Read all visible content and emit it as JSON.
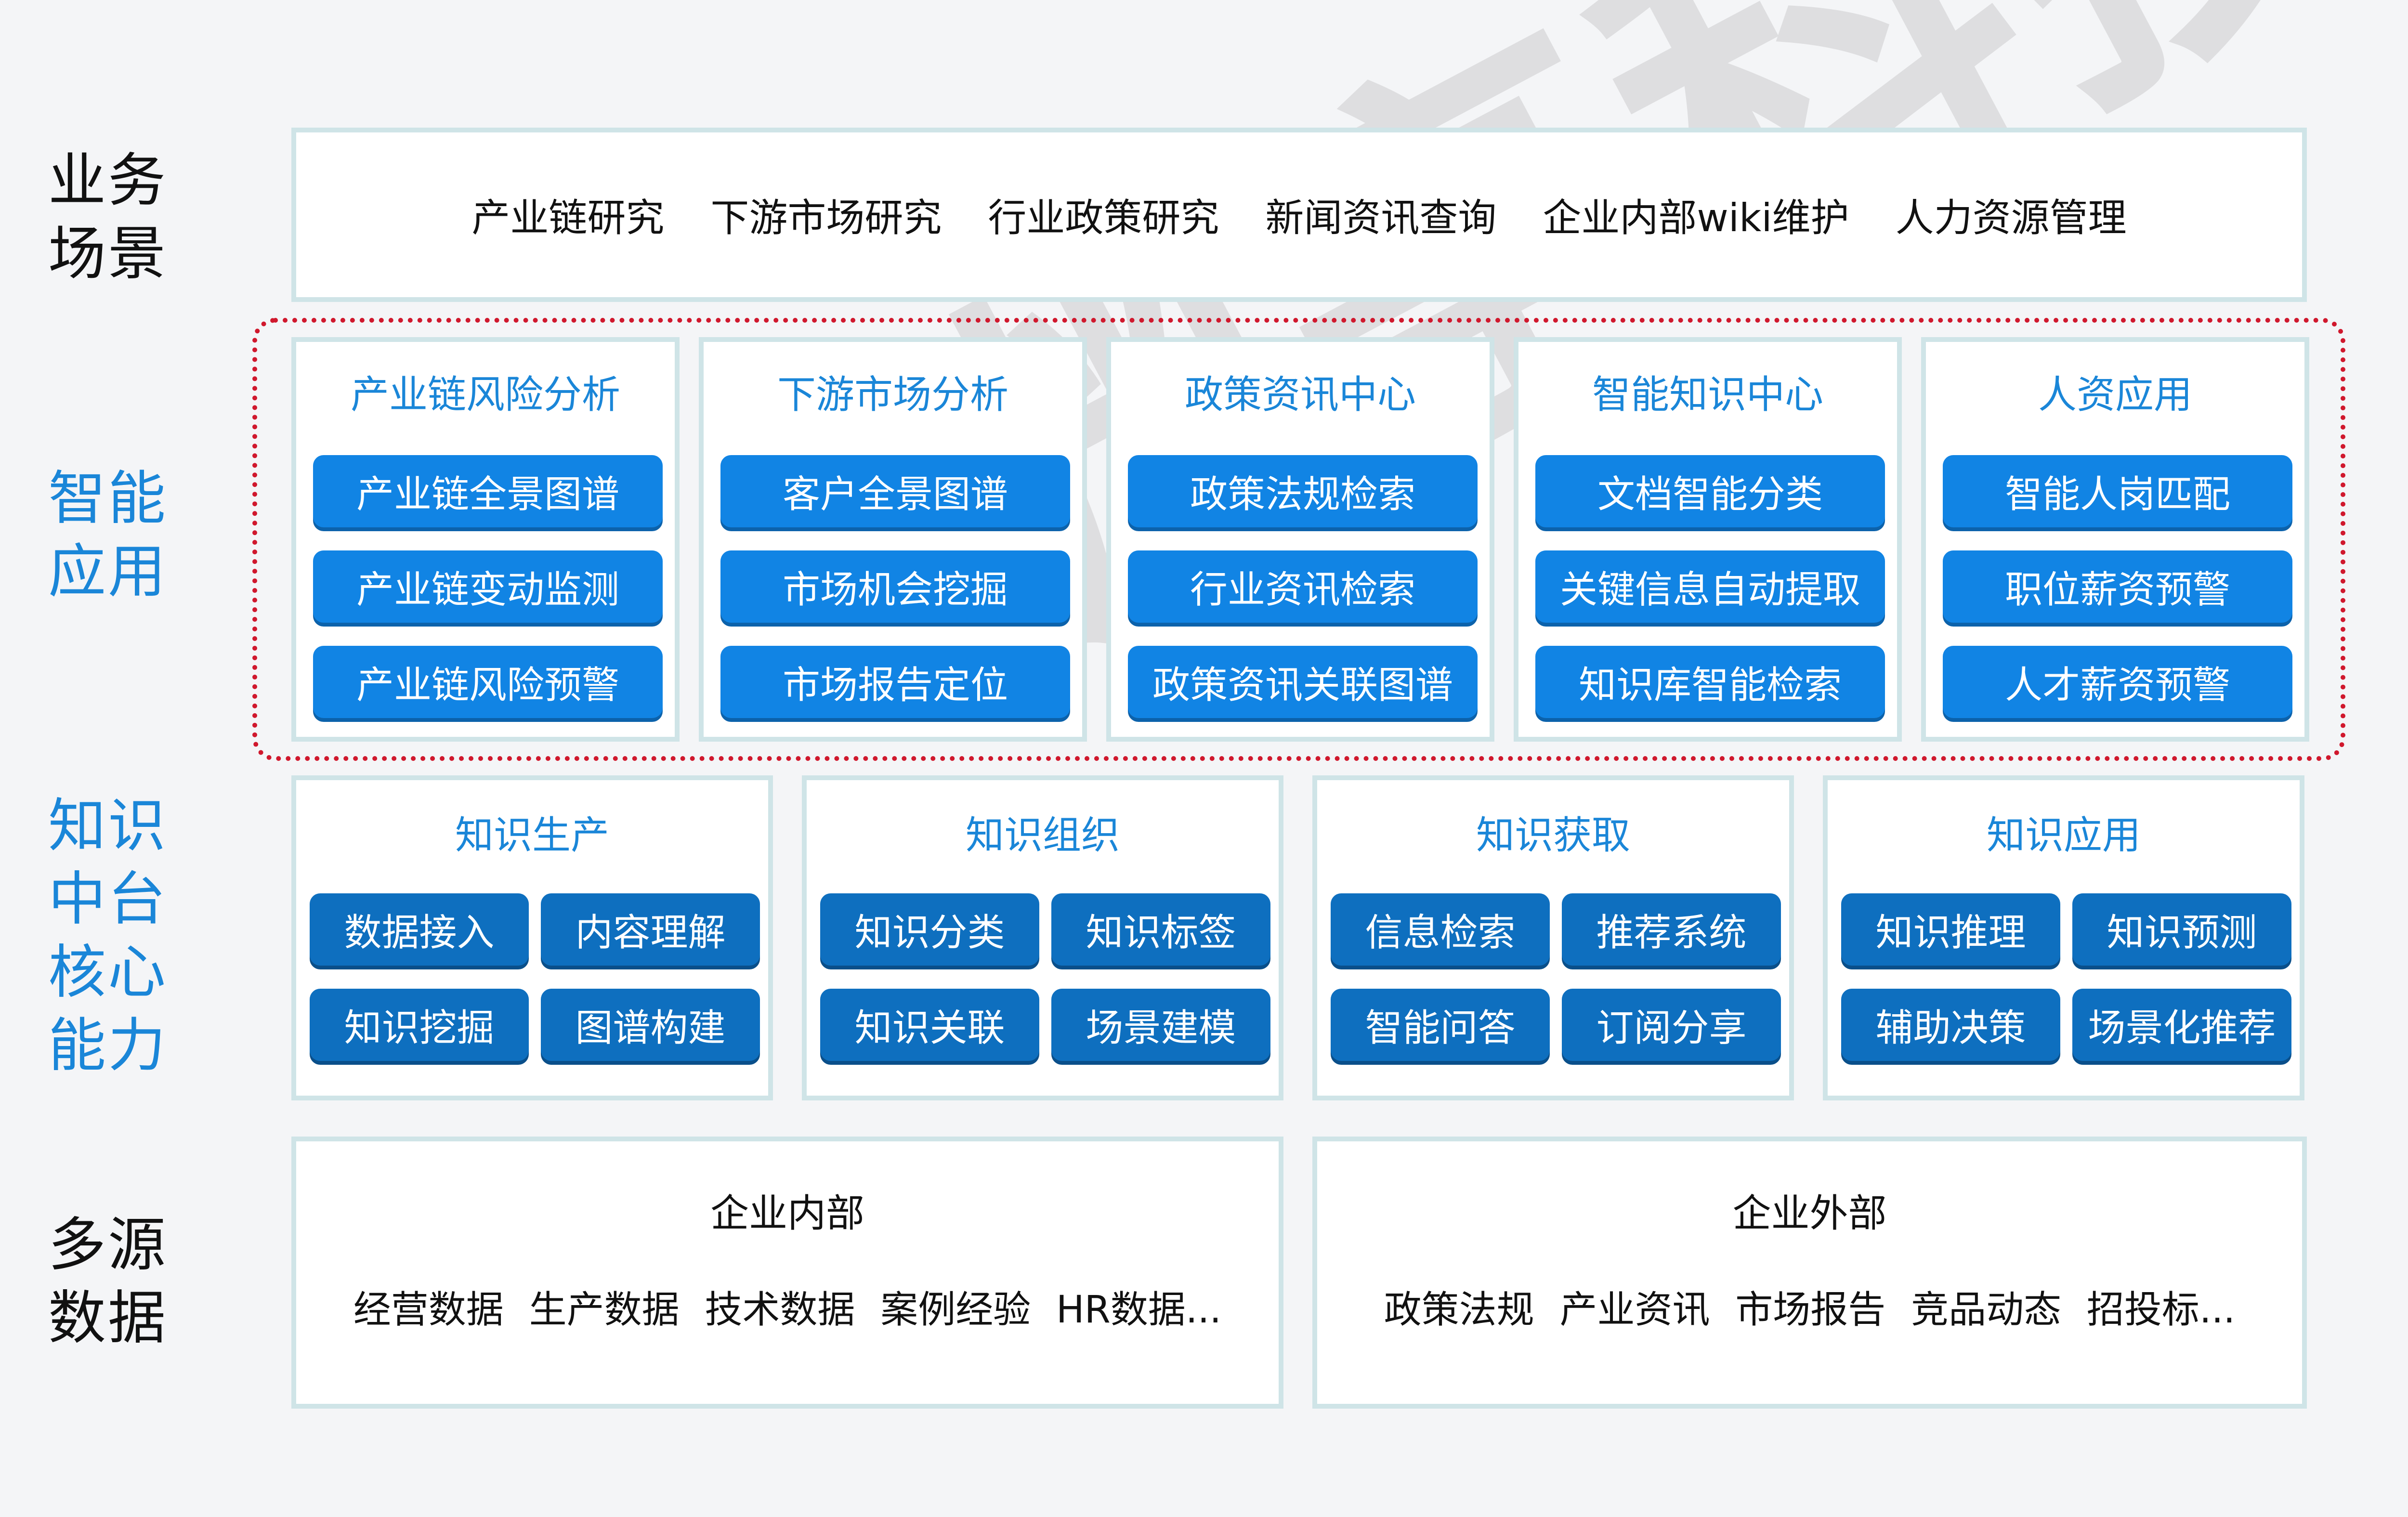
{
  "rows": {
    "business": [
      "业务",
      "场景"
    ],
    "smart": [
      "智能",
      "应用"
    ],
    "core": [
      "知识",
      "中台",
      "核心",
      "能力"
    ],
    "data": [
      "多源",
      "数据"
    ]
  },
  "business_items": [
    "产业链研究",
    "下游市场研究",
    "行业政策研究",
    "新闻资讯查询",
    "企业内部wiki维护",
    "人力资源管理"
  ],
  "smart_groups": [
    {
      "title": "产业链风险分析",
      "items": [
        "产业链全景图谱",
        "产业链变动监测",
        "产业链风险预警"
      ]
    },
    {
      "title": "下游市场分析",
      "items": [
        "客户全景图谱",
        "市场机会挖掘",
        "市场报告定位"
      ]
    },
    {
      "title": "政策资讯中心",
      "items": [
        "政策法规检索",
        "行业资讯检索",
        "政策资讯关联图谱"
      ]
    },
    {
      "title": "智能知识中心",
      "items": [
        "文档智能分类",
        "关键信息自动提取",
        "知识库智能检索"
      ]
    },
    {
      "title": "人资应用",
      "items": [
        "智能人岗匹配",
        "职位薪资预警",
        "人才薪资预警"
      ]
    }
  ],
  "core_groups": [
    {
      "title": "知识生产",
      "items": [
        "数据接入",
        "内容理解",
        "知识挖掘",
        "图谱构建"
      ]
    },
    {
      "title": "知识组织",
      "items": [
        "知识分类",
        "知识标签",
        "知识关联",
        "场景建模"
      ]
    },
    {
      "title": "知识获取",
      "items": [
        "信息检索",
        "推荐系统",
        "智能问答",
        "订阅分享"
      ]
    },
    {
      "title": "知识应用",
      "items": [
        "知识推理",
        "知识预测",
        "辅助决策",
        "场景化推荐"
      ]
    }
  ],
  "data_groups": [
    {
      "title": "企业内部",
      "items": [
        "经营数据",
        "生产数据",
        "技术数据",
        "案例经验",
        "HR数据..."
      ]
    },
    {
      "title": "企业外部",
      "items": [
        "政策法规",
        "产业资讯",
        "市场报告",
        "竞品动态",
        "招投标..."
      ]
    }
  ],
  "watermark": "渊亭科技",
  "colors": {
    "accent": "#1a86d8",
    "pill": "#1184e4",
    "pill_dark": "#0e6fbf",
    "frame": "#cfe4e7",
    "dotted": "#d0182d"
  }
}
